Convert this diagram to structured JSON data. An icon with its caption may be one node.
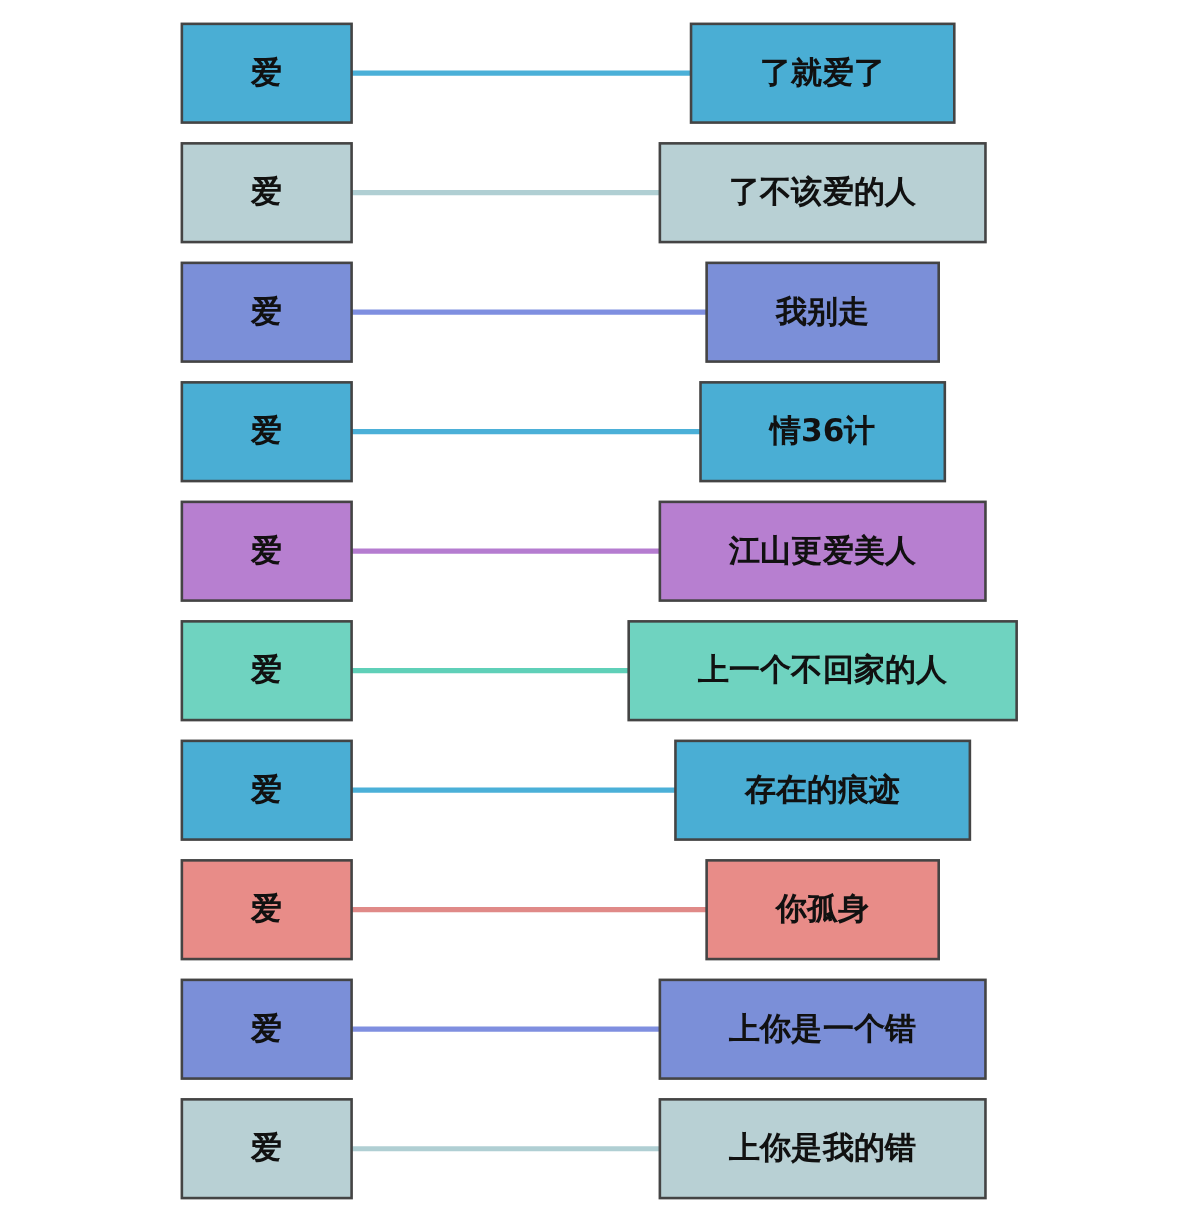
{
  "diagram": {
    "nodes": [
      {
        "text": [
          "爱"
        ]
      },
      {
        "text": [
          "爱"
        ]
      },
      {
        "text": [
          "爱"
        ]
      },
      {
        "text": [
          "爱"
        ]
      },
      {
        "text": [
          "爱"
        ]
      },
      {
        "text": [
          "爱"
        ]
      },
      {
        "text": [
          "爱"
        ]
      },
      {
        "text": [
          "爱"
        ]
      },
      {
        "text": [
          "爱"
        ]
      },
      {
        "text": [
          "爱"
        ]
      },
      {
        "text": [
          "情36计"
        ]
      },
      {
        "text": [
          "上你是一个错"
        ]
      },
      {
        "text": [
          "上你是我的错"
        ]
      },
      {
        "text": [
          "存在的痕迹"
        ]
      },
      {
        "text": [
          "了不该爱的人"
        ]
      },
      {
        "text": [
          "上一个不回家的人"
        ]
      },
      {
        "text": [
          "了就爱了"
        ]
      },
      {
        "text": [
          "我别走"
        ]
      },
      {
        "text": [
          "江山更爱美人"
        ]
      },
      {
        "text": [
          "你孤身"
        ]
      }
    ],
    "edges": [
      {
        "from": 0,
        "to": 16,
        "arrow": "none",
        "color": "#4bb0d8"
      },
      {
        "from": 1,
        "to": 14,
        "arrow": "none",
        "color": "#b0cfd3"
      },
      {
        "from": 2,
        "to": 17,
        "arrow": "none",
        "color": "#7f8fe0"
      },
      {
        "from": 3,
        "to": 10,
        "arrow": "none",
        "color": "#4bb0d8"
      },
      {
        "from": 4,
        "to": 18,
        "arrow": "none",
        "color": "#b57cd0"
      },
      {
        "from": 5,
        "to": 15,
        "arrow": "none",
        "color": "#5fd0b8"
      },
      {
        "from": 6,
        "to": 13,
        "arrow": "none",
        "color": "#4bb0d8"
      },
      {
        "from": 7,
        "to": 19,
        "arrow": "none",
        "color": "#e08a88"
      },
      {
        "from": 8,
        "to": 11,
        "arrow": "none",
        "color": "#7f8fe0"
      },
      {
        "from": 9,
        "to": 12,
        "arrow": "none",
        "color": "#b0cfd3"
      }
    ]
  }
}
